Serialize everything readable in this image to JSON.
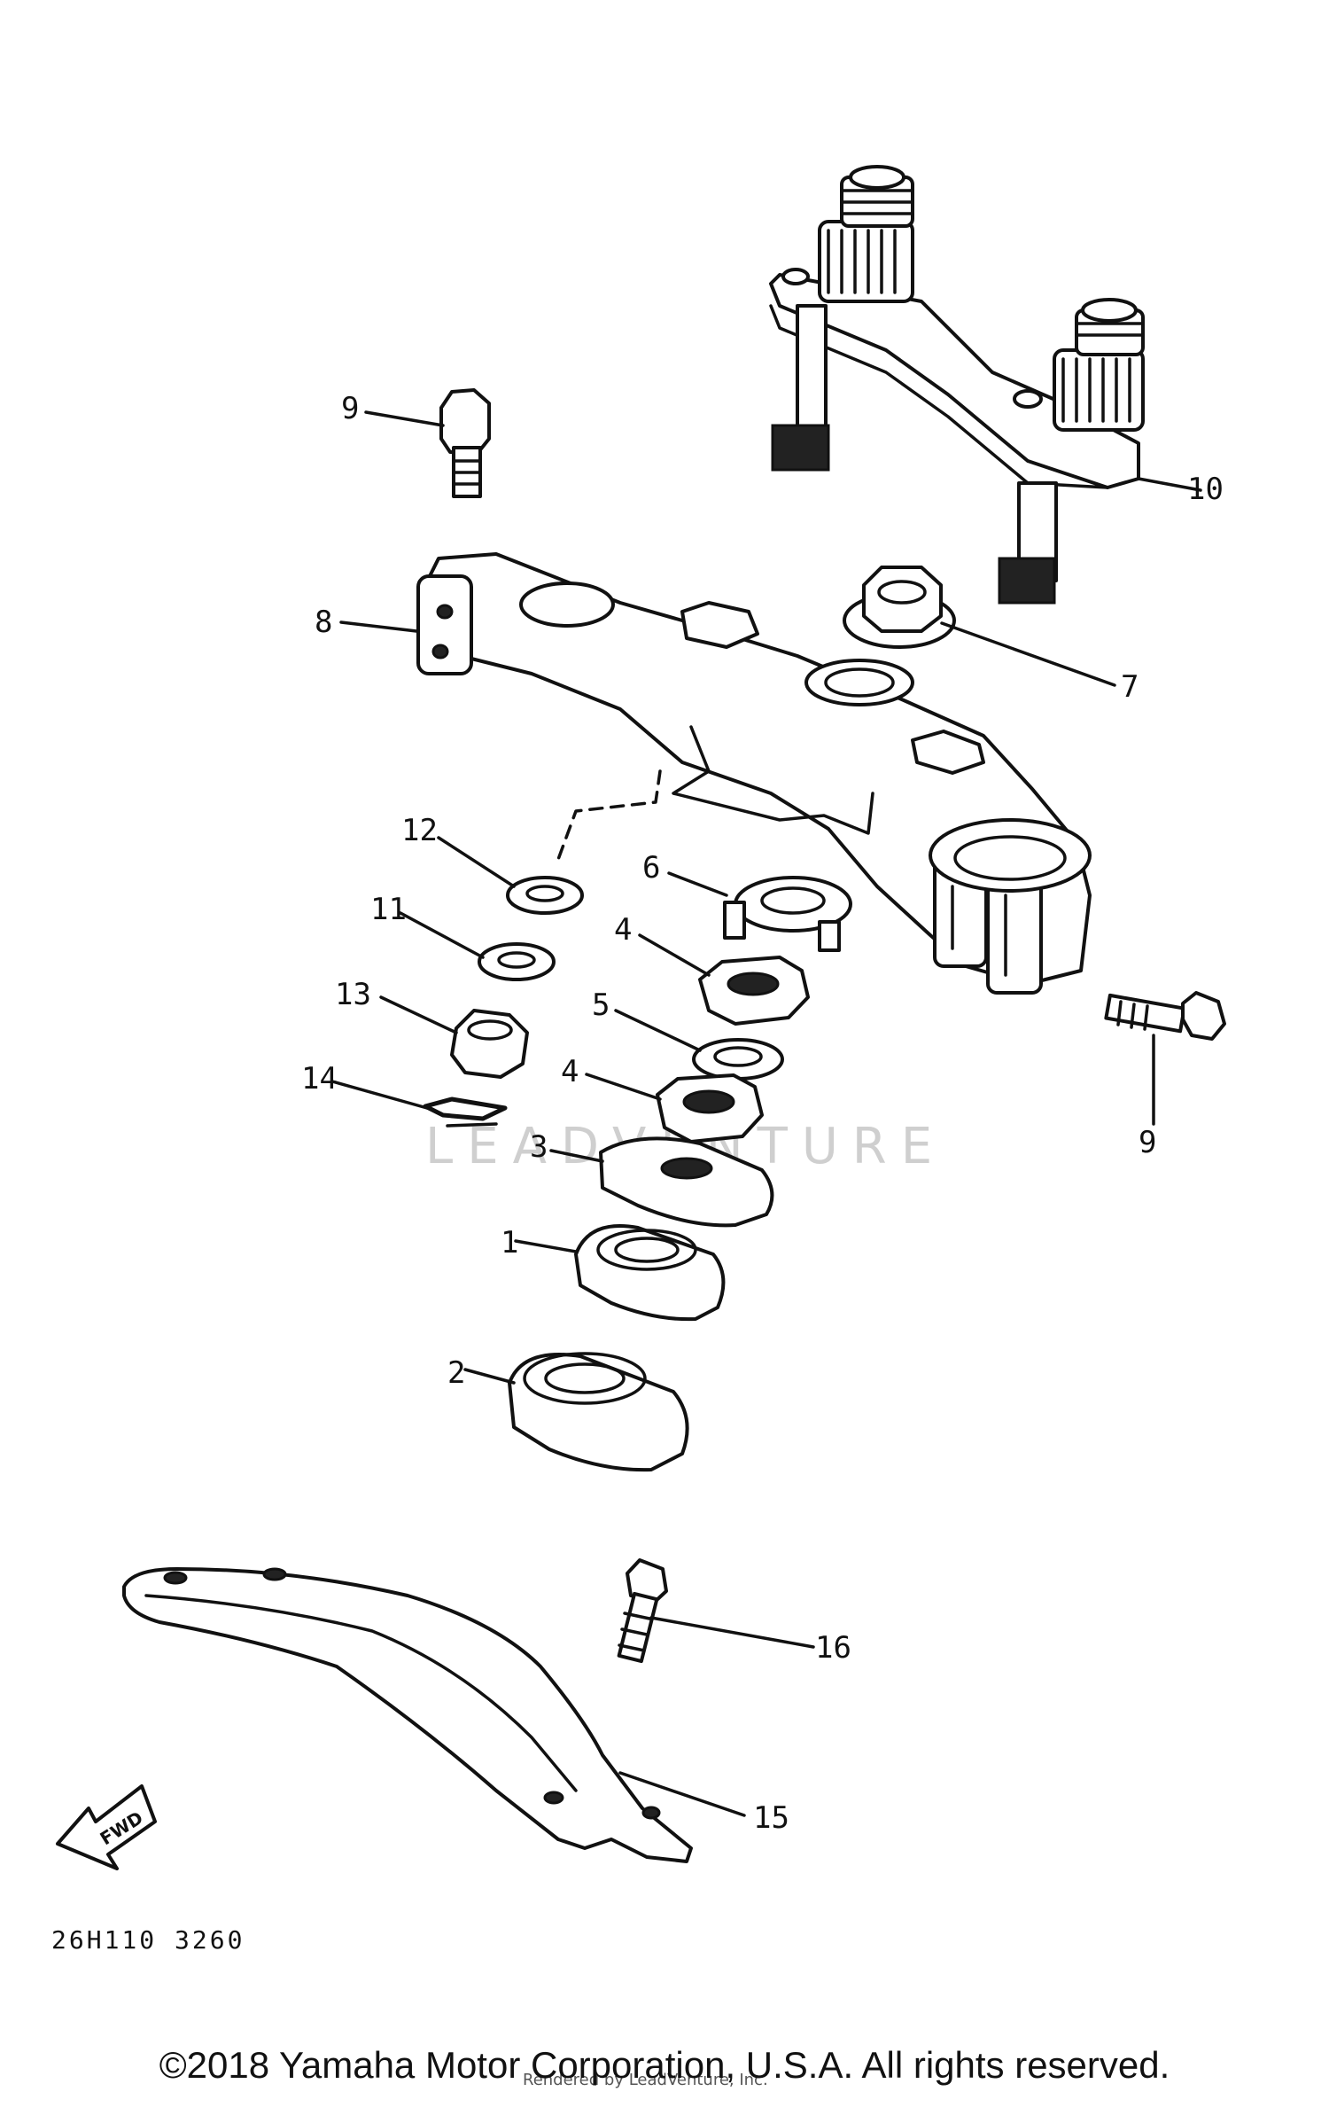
{
  "callouts": {
    "c1": "1",
    "c2": "2",
    "c3": "3",
    "c4a": "4",
    "c4b": "4",
    "c5": "5",
    "c6": "6",
    "c7": "7",
    "c8": "8",
    "c9a": "9",
    "c9b": "9",
    "c10": "10",
    "c11": "11",
    "c12": "12",
    "c13": "13",
    "c14": "14",
    "c15": "15",
    "c16": "16"
  },
  "fwd_label": "FWD",
  "diagram_code": "26H110 3260",
  "watermark": "LEADVENTURE",
  "rendered_by": "Rendered by LeadVenture, Inc.",
  "copyright": "©2018 Yamaha Motor Corporation, U.S.A. All rights reserved."
}
